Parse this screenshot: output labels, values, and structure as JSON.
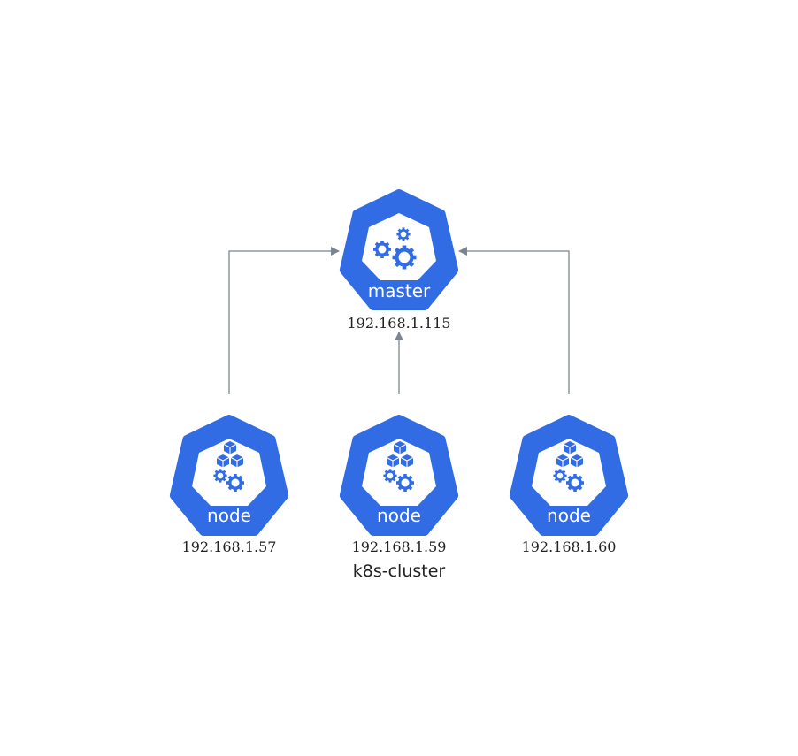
{
  "colors": {
    "k8s_blue": "#326ce5",
    "connector": "#7a8591",
    "text": "#222222"
  },
  "master": {
    "role": "master",
    "ip": "192.168.1.115",
    "icon": "control-plane-gears-icon"
  },
  "nodes": [
    {
      "role": "node",
      "ip": "192.168.1.57",
      "icon": "worker-node-cubes-gears-icon"
    },
    {
      "role": "node",
      "ip": "192.168.1.59",
      "icon": "worker-node-cubes-gears-icon"
    },
    {
      "role": "node",
      "ip": "192.168.1.60",
      "icon": "worker-node-cubes-gears-icon"
    }
  ],
  "cluster": {
    "label": "k8s-cluster"
  }
}
